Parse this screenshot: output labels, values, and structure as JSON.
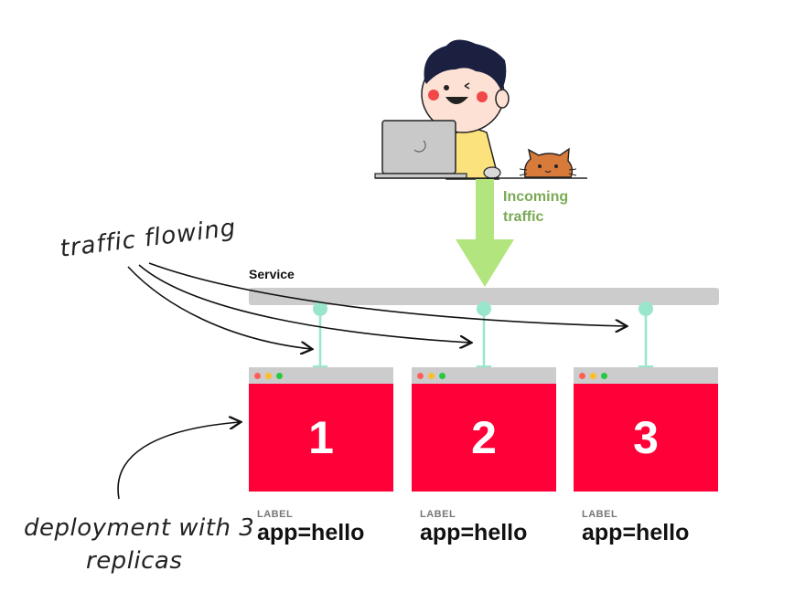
{
  "service": {
    "label": "Service"
  },
  "incoming": {
    "line1": "Incoming",
    "line2": "traffic"
  },
  "annotations": {
    "traffic": "traffic flowing",
    "deployment_line1": "deployment with 3",
    "deployment_line2": "replicas"
  },
  "pods": [
    {
      "number": "1",
      "label_title": "LABEL",
      "label_value": "app=hello"
    },
    {
      "number": "2",
      "label_title": "LABEL",
      "label_value": "app=hello"
    },
    {
      "number": "3",
      "label_title": "LABEL",
      "label_value": "app=hello"
    }
  ],
  "colors": {
    "pod": "#ff0038",
    "service_bar": "#cccccc",
    "traffic_arrow": "#b3e57e",
    "endpoint": "#99e6cc",
    "incoming_text": "#7aaa55"
  },
  "icons": [
    "person-icon",
    "laptop-icon",
    "cat-icon"
  ]
}
